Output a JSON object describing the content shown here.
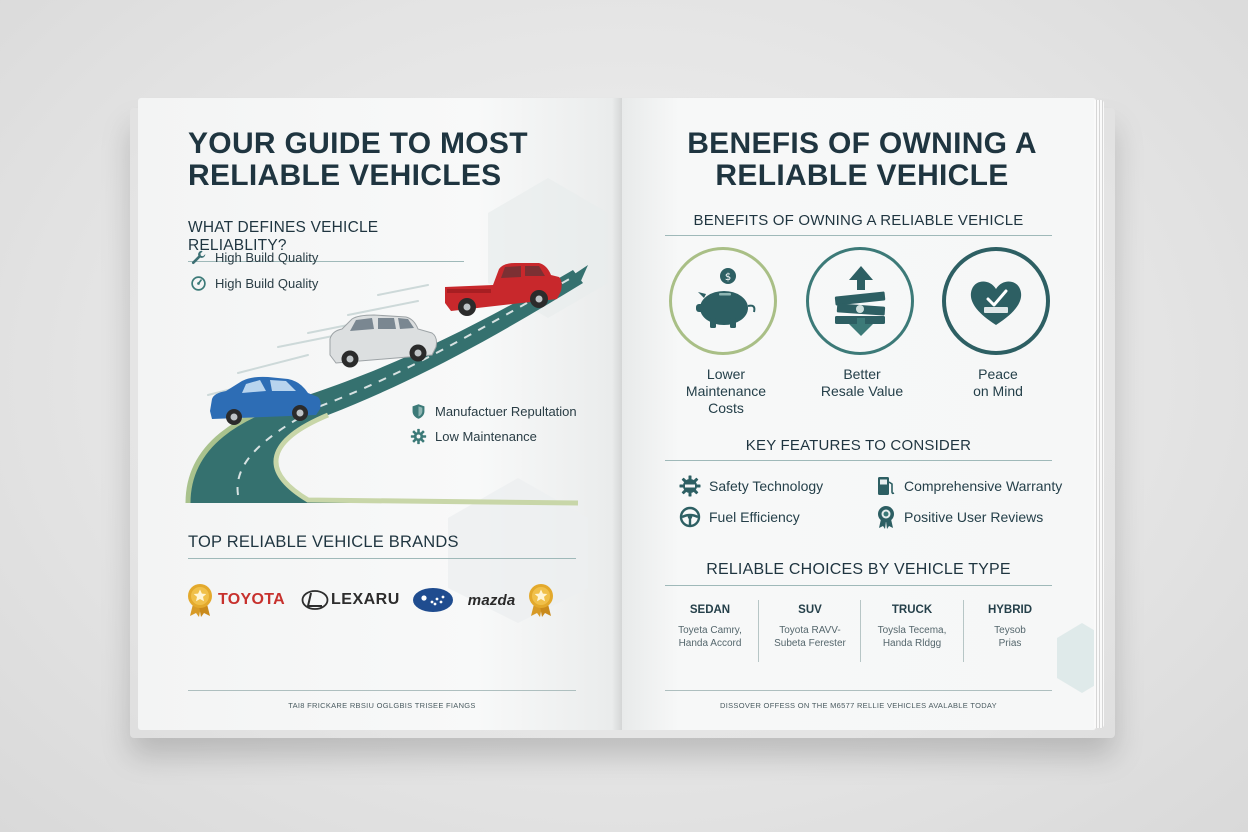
{
  "left_page": {
    "title_line1": "YOUR GUIDE TO MOST",
    "title_line2": "RELIABLE VEHICLES",
    "reliability_heading": "WHAT DEFINES VEHICLE RELIABLITY?",
    "reliability_items": [
      {
        "label": "High Build Quality",
        "icon": "wrench-icon"
      },
      {
        "label": "High Build Quality",
        "icon": "gauge-icon"
      },
      {
        "label": "Manufactuer Repultation",
        "icon": "shield-icon"
      },
      {
        "label": "Low Maintenance",
        "icon": "gear-icon"
      }
    ],
    "brands_heading": "TOP RELIABLE VEHICLE BRANDS",
    "brands": {
      "toyota": "TOYOTA",
      "lexus": "LEXARU",
      "mazda": "mazda"
    },
    "footer": "TAI8 FRICKARE RBSIU OGLGBIS TRISEE FIANGS"
  },
  "right_page": {
    "title_line1": "BENEFIS OF OWNING A",
    "title_line2": "RELIABLE VEHICLE",
    "benefits_heading": "BENEFITS OF OWNING A RELIABLE VEHICLE",
    "benefits": [
      {
        "line1": "Lower",
        "line2": "Maintenance",
        "line3": "Costs",
        "icon": "piggy-bank-icon"
      },
      {
        "line1": "Better",
        "line2": "Resale Value",
        "icon": "money-arrows-icon"
      },
      {
        "line1": "Peace",
        "line2": "on Mind",
        "icon": "heart-check-icon"
      }
    ],
    "features_heading": "KEY FEATURES TO CONSIDER",
    "features": [
      {
        "label": "Safety Technology",
        "icon": "safety-gear-icon"
      },
      {
        "label": "Comprehensive Warranty",
        "icon": "fuel-pump-icon"
      },
      {
        "label": "Fuel Efficiency",
        "icon": "steering-icon"
      },
      {
        "label": "Positive User Reviews",
        "icon": "award-ribbon-icon"
      }
    ],
    "types_heading": "RELIABLE CHOICES BY VEHICLE TYPE",
    "types": [
      {
        "type": "SEDAN",
        "line1": "Toyeta Camry,",
        "line2": "Handa Accord"
      },
      {
        "type": "SUV",
        "line1": "Toyota RAVV-",
        "line2": "Subeta Ferester"
      },
      {
        "type": "TRUCK",
        "line1": "Toysla Tecema,",
        "line2": "Handa Rldgg"
      },
      {
        "type": "HYBRID",
        "line1": "Teysob",
        "line2": "Prias"
      }
    ],
    "footer": "DISSOVER OFFESS ON THE M6577 RELLIE VEHICLES AVALABLE TODAY"
  },
  "colors": {
    "teal_dark": "#2d5f63",
    "teal": "#3c7a78",
    "sage": "#a9bf86",
    "red_truck": "#c8282c",
    "blue_car": "#2d6db5",
    "silver_suv": "#d8dadb",
    "gold": "#e3a92c"
  }
}
